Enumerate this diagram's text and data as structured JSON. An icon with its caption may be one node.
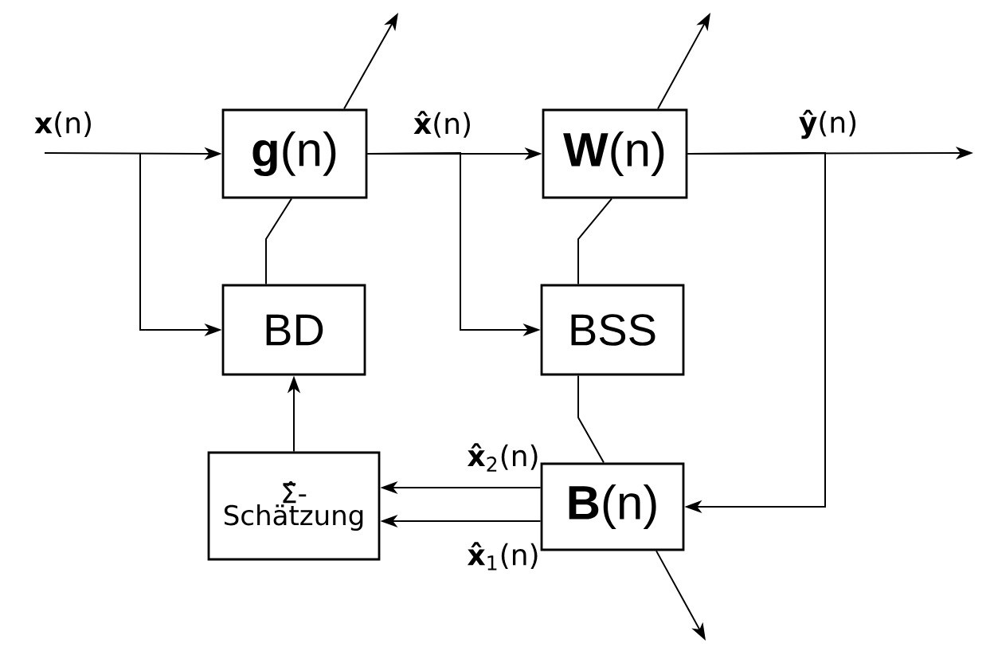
{
  "diagram": {
    "nodes": [
      {
        "text": [
          "**g**(n)"
        ]
      },
      {
        "text": [
          "**W**(n)"
        ]
      },
      {
        "text": [
          "BD"
        ]
      },
      {
        "text": [
          "BSS"
        ]
      },
      {
        "text": [
          "**B**(n)"
        ]
      },
      {
        "text": [
          "Σ̂- Schätzung"
        ]
      }
    ],
    "edges": [
      {
        "from": null,
        "to": 0,
        "arrow": "to",
        "label": "**x**(n)"
      },
      {
        "from": null,
        "to": 2,
        "arrow": "to"
      },
      {
        "from": 0,
        "to": 1,
        "arrow": "to",
        "label": "**x̂**(n)"
      },
      {
        "from": 0,
        "to": 3,
        "arrow": "to"
      },
      {
        "from": 1,
        "to": null,
        "arrow": "to",
        "label": "**ŷ**(n)"
      },
      {
        "from": 1,
        "to": 4,
        "arrow": "to"
      },
      {
        "from": 2,
        "to": 0,
        "arrow": "none"
      },
      {
        "from": 3,
        "to": 1,
        "arrow": "none"
      },
      {
        "from": 3,
        "to": 4,
        "arrow": "none"
      },
      {
        "from": 4,
        "to": 5,
        "arrow": "to",
        "label": "**x̂**$_{2}$(n)"
      },
      {
        "from": 4,
        "to": 5,
        "arrow": "to",
        "label": "**x̂**$_{1}$(n)"
      },
      {
        "from": 5,
        "to": 2,
        "arrow": "to"
      },
      {
        "from": 0,
        "to": null,
        "arrow": "to"
      },
      {
        "from": 1,
        "to": null,
        "arrow": "to"
      },
      {
        "from": 4,
        "to": null,
        "arrow": "to"
      }
    ]
  }
}
